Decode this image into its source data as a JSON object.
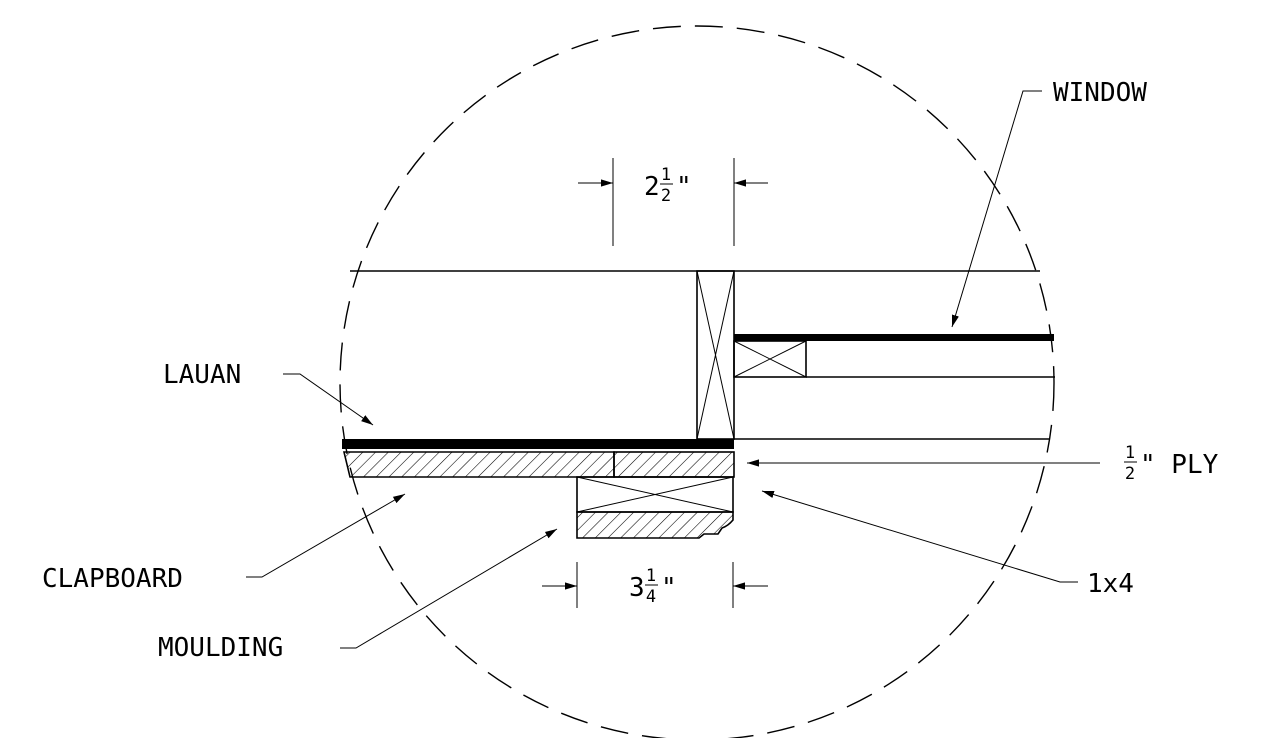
{
  "labels": {
    "window": "WINDOW",
    "lauan": "LAUAN",
    "clapboard": "CLAPBOARD",
    "moulding": "MOULDING",
    "ply_frac": {
      "num": "1",
      "den": "2",
      "suffix": "\" PLY"
    },
    "one_by_four": "1x4"
  },
  "dimensions": {
    "top": {
      "whole": "2",
      "num": "1",
      "den": "2",
      "unit": "\""
    },
    "bottom": {
      "whole": "3",
      "num": "1",
      "den": "4",
      "unit": "\""
    }
  }
}
